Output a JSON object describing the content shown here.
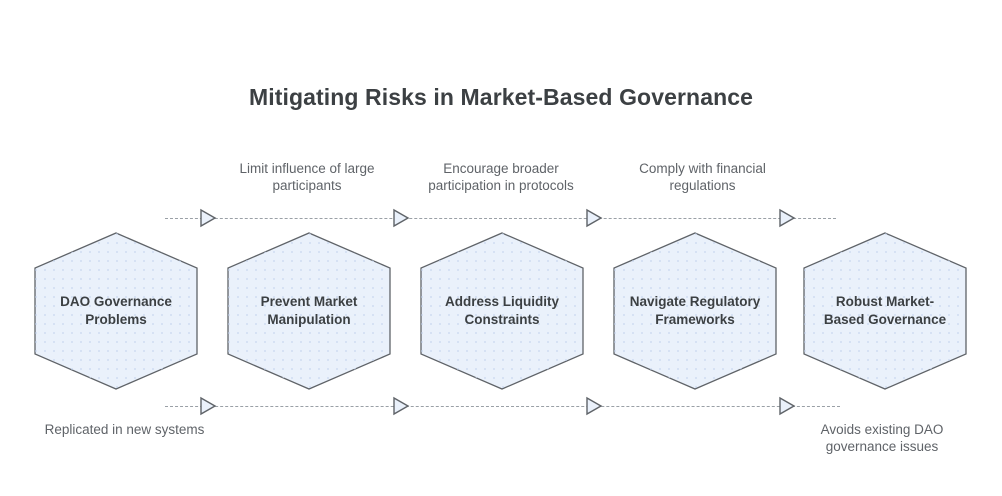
{
  "title": "Mitigating Risks in Market-Based Governance",
  "colors": {
    "hex_fill": "#eaf1fb",
    "hex_stroke": "#5f6368",
    "hex_dot": "#c7d6ee",
    "line": "#9aa0a6",
    "arrow_stroke": "#5f6368",
    "arrow_fill": "#eaf1fb",
    "title_text": "#3c4043",
    "label_text": "#3c4043",
    "annotation_text": "#5f6368",
    "background": "#ffffff"
  },
  "nodes": [
    {
      "id": "dao-governance-problems",
      "label": "DAO Governance Problems"
    },
    {
      "id": "prevent-market-manipulation",
      "label": "Prevent Market Manipulation"
    },
    {
      "id": "address-liquidity-constraints",
      "label": "Address Liquidity Constraints"
    },
    {
      "id": "navigate-regulatory-frameworks",
      "label": "Navigate Regulatory Frameworks"
    },
    {
      "id": "robust-market-based-governance",
      "label": "Robust Market-Based Governance"
    }
  ],
  "top_annotations": [
    {
      "id": "limit-influence",
      "label": "Limit influence of large participants"
    },
    {
      "id": "encourage-participation",
      "label": "Encourage broader participation in protocols"
    },
    {
      "id": "comply-regulations",
      "label": "Comply with financial regulations"
    }
  ],
  "bottom_annotations": [
    {
      "id": "replicated-new-systems",
      "label": "Replicated in new systems"
    },
    {
      "id": "avoids-existing-issues",
      "label": "Avoids existing DAO governance issues"
    }
  ],
  "connectors": {
    "top": {
      "arrow_count": 4,
      "style": "dashed",
      "direction": "left-to-right"
    },
    "bottom": {
      "arrow_count": 4,
      "style": "dashed",
      "direction": "left-to-right"
    }
  }
}
